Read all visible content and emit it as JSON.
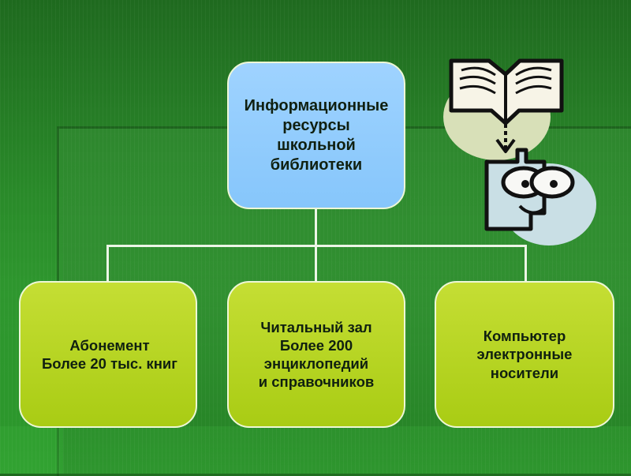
{
  "diagram": {
    "root": {
      "text": "Информационные\nресурсы\nшкольной\nбиблиотеки"
    },
    "children": [
      {
        "text": "Абонемент\nБолее 20 тыс. книг"
      },
      {
        "text": "Читальный зал\nБолее 200\nэнциклопедий\nи справочников"
      },
      {
        "text": "Компьютер\nэлектронные\nносители"
      }
    ],
    "colors": {
      "background_green": "#2b8a2b",
      "root_fill": "#9fd3ff",
      "child_fill": "#b4d31c",
      "connector": "#ecf5e6",
      "text": "#102010"
    },
    "icons": [
      "open-book-icon",
      "arrow-down-icon",
      "cartoon-face-icon"
    ]
  }
}
